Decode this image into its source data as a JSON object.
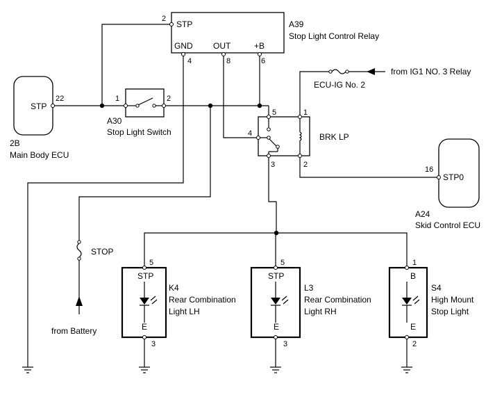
{
  "relay_a39": {
    "code": "A39",
    "name": "Stop Light Control Relay",
    "pins": {
      "stp_pin": "2",
      "stp": "STP",
      "gnd": "GND",
      "out": "OUT",
      "plus_b": "+B",
      "gnd_pin": "4",
      "out_pin": "8",
      "plus_b_pin": "6"
    }
  },
  "ecu_2b": {
    "code": "2B",
    "name": "Main Body ECU",
    "pin_label": "STP",
    "pin_num": "22"
  },
  "switch_a30": {
    "code": "A30",
    "name": "Stop Light Switch",
    "pin1": "1",
    "pin2": "2"
  },
  "brk_lp": {
    "label": "BRK LP",
    "pin5": "5",
    "pin1": "1",
    "pin4": "4",
    "pin3": "3",
    "pin2": "2"
  },
  "ig_supply": {
    "fuse": "ECU-IG No. 2",
    "source": "from IG1 NO. 3 Relay"
  },
  "ecu_a24": {
    "code": "A24",
    "name": "Skid Control ECU",
    "pin_label": "STP0",
    "pin_num": "16"
  },
  "battery": {
    "fuse": "STOP",
    "source": "from Battery"
  },
  "lamp_k4": {
    "code": "K4",
    "name_line1": "Rear Combination",
    "name_line2": "Light LH",
    "top_label": "STP",
    "top_pin": "5",
    "bottom_label": "E",
    "bottom_pin": "3"
  },
  "lamp_l3": {
    "code": "L3",
    "name_line1": "Rear Combination",
    "name_line2": "Light RH",
    "top_label": "STP",
    "top_pin": "5",
    "bottom_label": "E",
    "bottom_pin": "3"
  },
  "lamp_s4": {
    "code": "S4",
    "name_line1": "High Mount",
    "name_line2": "Stop Light",
    "top_label": "B",
    "top_pin": "1",
    "bottom_label": "E",
    "bottom_pin": "2"
  }
}
